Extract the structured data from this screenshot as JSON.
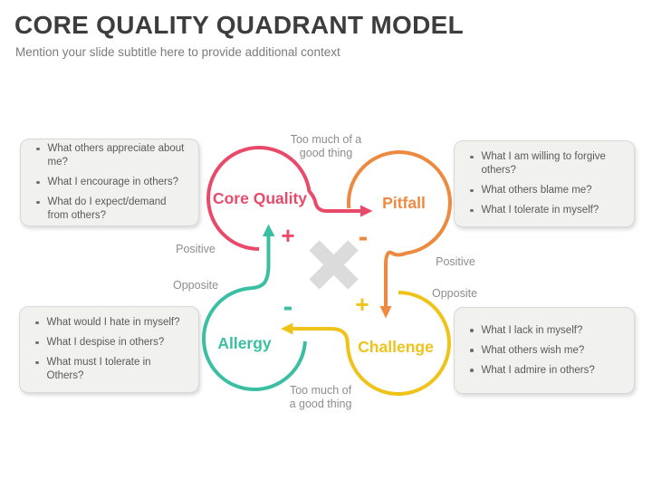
{
  "slide": {
    "title": "CORE QUALITY QUADRANT MODEL",
    "subtitle": "Mention your slide subtitle here to provide additional context"
  },
  "colors": {
    "core_quality": "#E94A6A",
    "pitfall": "#EE8A40",
    "allergy": "#3BBFA3",
    "challenge": "#EFC31A",
    "muted_label": "#8D8D8D",
    "center_icon": "#DBDBDB",
    "note_box_bg": "#F1F1F0",
    "note_text": "#5A5A5A",
    "title_text": "#3D3D3D"
  },
  "quadrants": {
    "core_quality": {
      "label": "Core Quality",
      "sign": "+"
    },
    "pitfall": {
      "label": "Pitfall",
      "sign": "-"
    },
    "allergy": {
      "label": "Allergy",
      "sign": "-"
    },
    "challenge": {
      "label": "Challenge",
      "sign": "+"
    }
  },
  "relations": {
    "top": {
      "line1": "Too much of a",
      "line2": "good thing"
    },
    "bottom": {
      "line1": "Too much of",
      "line2": "a good thing"
    },
    "left": {
      "line1": "Positive",
      "line2": "Opposite"
    },
    "right": {
      "line1": "Positive",
      "line2": "Opposite"
    }
  },
  "notes": {
    "core_quality": {
      "items": [
        "What others appreciate about me?",
        "What I encourage in others?",
        "What do I expect/demand from others?"
      ]
    },
    "pitfall": {
      "items": [
        "What I am willing to forgive others?",
        "What others blame me?",
        "What I tolerate in myself?"
      ]
    },
    "allergy": {
      "items": [
        "What would I hate in myself?",
        "What I despise in others?",
        "What must I tolerate in Others?"
      ]
    },
    "challenge": {
      "items": [
        "What I lack in myself?",
        "What others wish me?",
        "What I admire in others?"
      ]
    }
  },
  "diagram": {
    "center_icon": "cross-arrows"
  }
}
